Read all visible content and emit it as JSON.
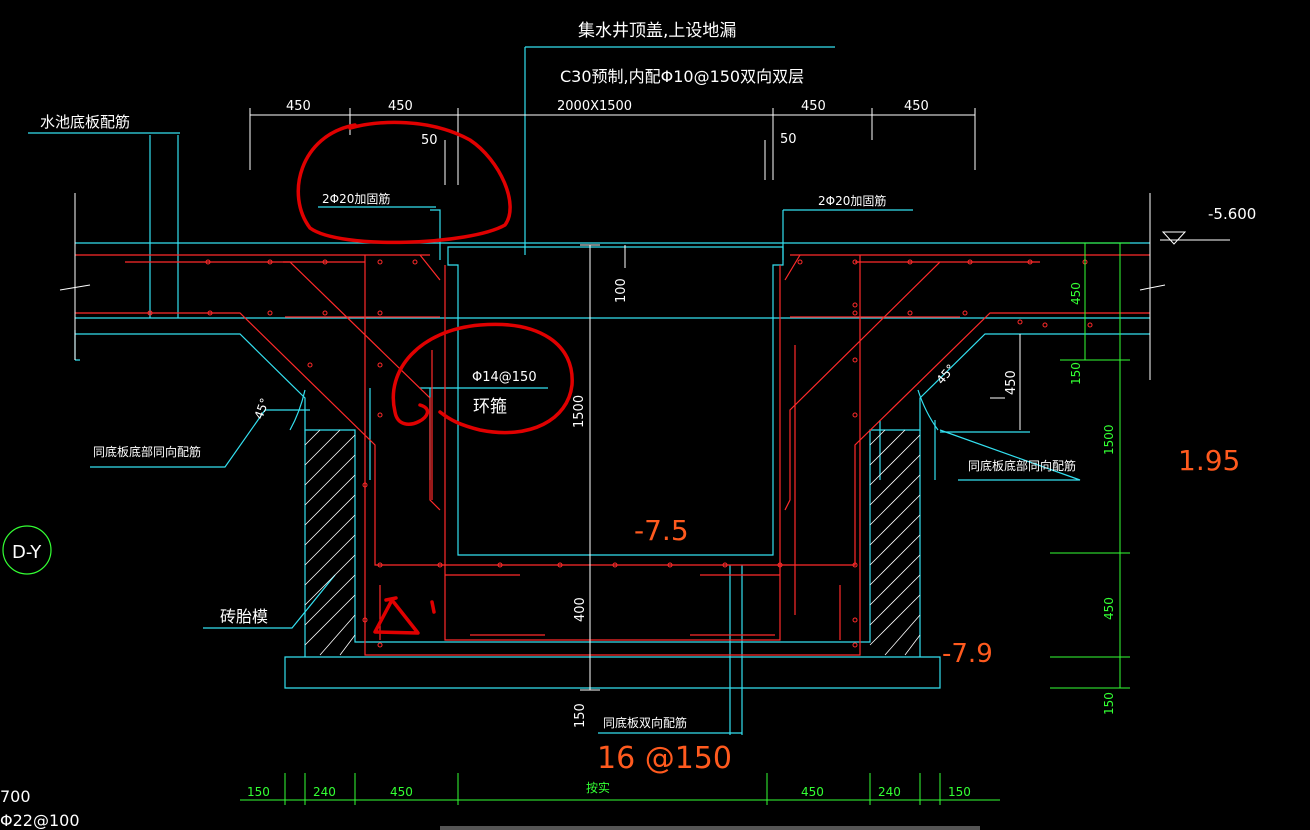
{
  "annotations": {
    "cover_title": "集水井顶盖,上设地漏",
    "cover_spec": "C30预制,内配Φ10@150双向双层",
    "pool_slab": "水池底板配筋",
    "left_bars": "2Φ20加固筋",
    "right_bars": "2Φ20加固筋",
    "ring_spec": "Φ14@150",
    "ring_name": "环箍",
    "left_same": "同底板底部同向配筋",
    "right_same": "同底板底部同向配筋",
    "brick": "砖胎模",
    "bottom_same": "同底板双向配筋",
    "level_top": "-5.600",
    "axis": "D-Y",
    "edge_1": "700",
    "edge_2": "Φ22@100"
  },
  "dims_top": {
    "d1": "450",
    "d2": "450",
    "d3": "2000X1500",
    "d4": "450",
    "d5": "450",
    "g1": "50",
    "g2": "50"
  },
  "dims_inner": {
    "v100": "100",
    "v1500": "1500",
    "v400": "400",
    "v150": "150",
    "r450": "450"
  },
  "dims_right": {
    "a": "450",
    "b": "150",
    "c": "1500",
    "d": "450",
    "e": "150"
  },
  "dims_bottom": {
    "a": "150",
    "b": "240",
    "c": "450",
    "d": "按实",
    "e": "450",
    "f": "240",
    "g": "150"
  },
  "handwritten": {
    "depth_1": "1.95",
    "depth_2": "-7.5",
    "depth_3": "-7.9",
    "rebar": "16 @150"
  },
  "colors": {
    "background": "#000000",
    "concrete": "#33e0f0",
    "rebar": "#ff2a2a",
    "dimension": "#33ff33",
    "markup": "#ff5a1e"
  }
}
